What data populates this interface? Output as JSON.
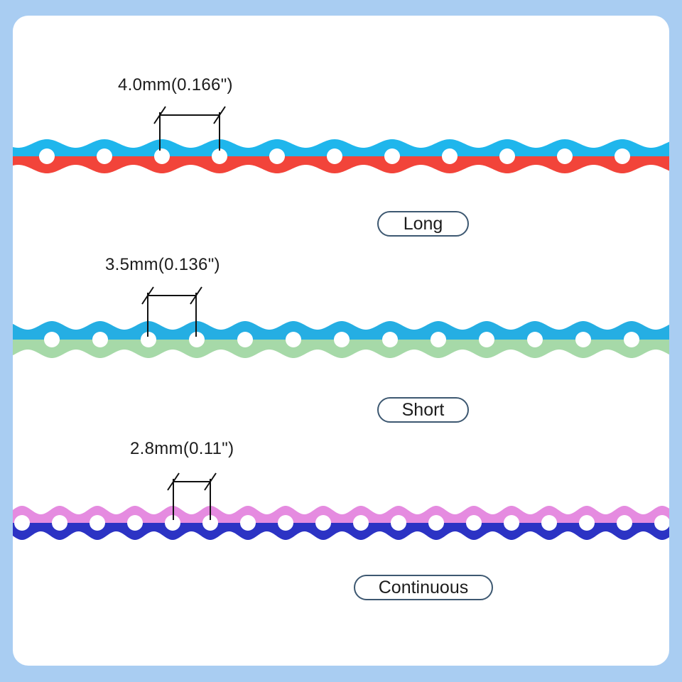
{
  "chains": [
    {
      "id": "long",
      "dimension_label": "4.0mm(0.166\")",
      "type_label": "Long",
      "top_color": "#1fb6ec",
      "bottom_color": "#f2443a"
    },
    {
      "id": "short",
      "dimension_label": "3.5mm(0.136\")",
      "type_label": "Short",
      "top_color": "#25aee3",
      "bottom_color": "#a6d9a8"
    },
    {
      "id": "continuous",
      "dimension_label": "2.8mm(0.11\")",
      "type_label": "Continuous",
      "top_color": "#e58be0",
      "bottom_color": "#2c33c4"
    }
  ]
}
